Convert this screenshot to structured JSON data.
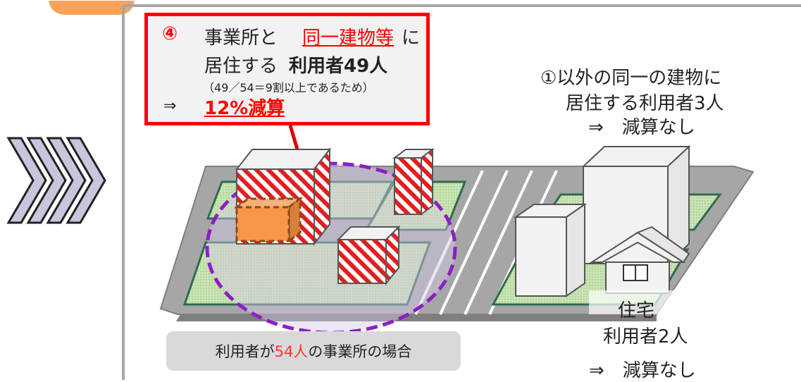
{
  "callout": {
    "number": "④",
    "line1_prefix": "事業所と",
    "line1_highlight": "同一建物等",
    "line1_suffix": "に",
    "line2_prefix": "居住する",
    "line2_bold": "利用者49人",
    "line3": "（49／54＝9割以上であるため）",
    "arrow": "⇒",
    "reduction": "12%減算"
  },
  "other_building": {
    "line1": "①以外の同一の建物に",
    "line2": "居住する利用者3人",
    "line3": "⇒　減算なし"
  },
  "house": {
    "line1": "住宅",
    "line2": "利用者2人",
    "line3": "⇒　減算なし"
  },
  "caption": {
    "prefix": "利用者が",
    "highlight": "54人",
    "suffix": "の事業所の場合"
  },
  "colors": {
    "accent_red": "#ff0000",
    "caption_highlight": "#ff3333",
    "orange_tab": "#f8a25a",
    "purple_ellipse": "#8b1fc4",
    "chevron_fill": "#c9c5dd",
    "ground_green": "#c6e0b4",
    "road_gray": "#a6a6a6"
  }
}
